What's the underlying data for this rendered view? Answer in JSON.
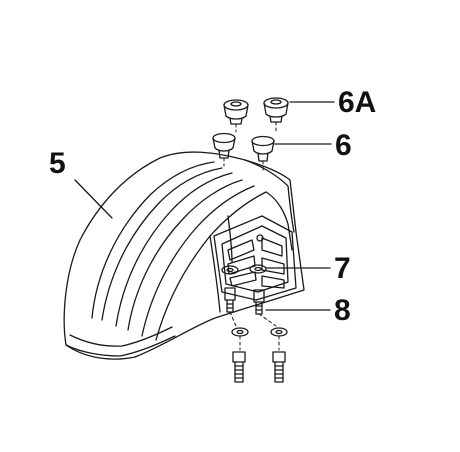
{
  "callouts": {
    "part_5": "5",
    "part_6a": "6A",
    "part_6": "6",
    "part_7": "7",
    "part_8": "8"
  },
  "colors": {
    "line": "#1a1a1a",
    "background": "#ffffff"
  }
}
